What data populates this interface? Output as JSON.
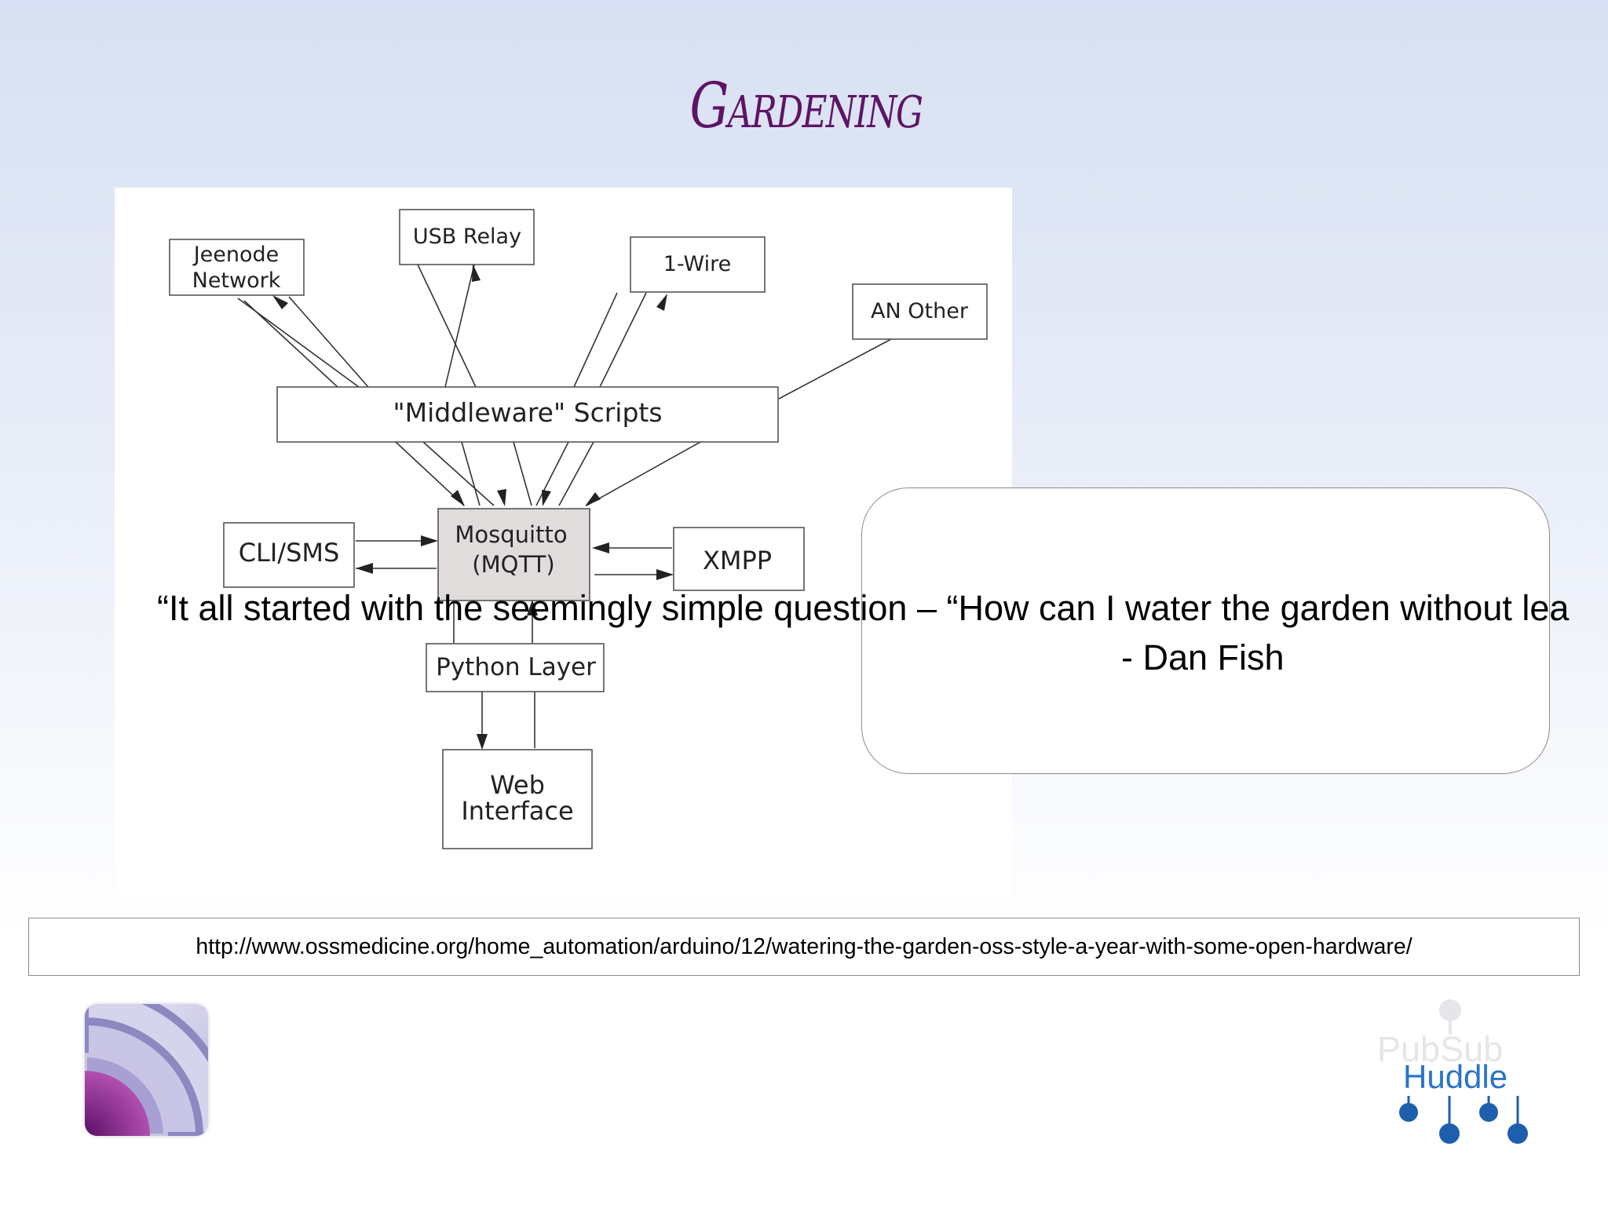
{
  "slide": {
    "title": "Gardening",
    "title_color": "#5e1465"
  },
  "diagram": {
    "nodes": {
      "jeenode_line1": "Jeenode",
      "jeenode_line2": "Network",
      "usb_relay": "USB Relay",
      "one_wire": "1-Wire",
      "an_other": "AN Other",
      "middleware": "\"Middleware\" Scripts",
      "cli_sms": "CLI/SMS",
      "mosquitto_line1": "Mosquitto",
      "mosquitto_line2": "(MQTT)",
      "xmpp": "XMPP",
      "python_layer": "Python Layer",
      "web_line1": "Web",
      "web_line2": "Interface"
    },
    "mosquitto_fill": "#e0dcdc"
  },
  "quote": {
    "text": "“It all started with the seemingly simple question – “How can I water the garden without lea",
    "author": "- Dan Fish"
  },
  "source": {
    "url": "http://www.ossmedicine.org/home_automation/arduino/12/watering-the-garden-oss-style-a-year-with-some-open-hardware/"
  },
  "branding": {
    "left_logo_icon": "concentric-arcs-logo-icon",
    "right_logo_text_faded": "PubSub",
    "right_logo_text": "Huddle",
    "right_logo_color": "#2a73c9"
  }
}
